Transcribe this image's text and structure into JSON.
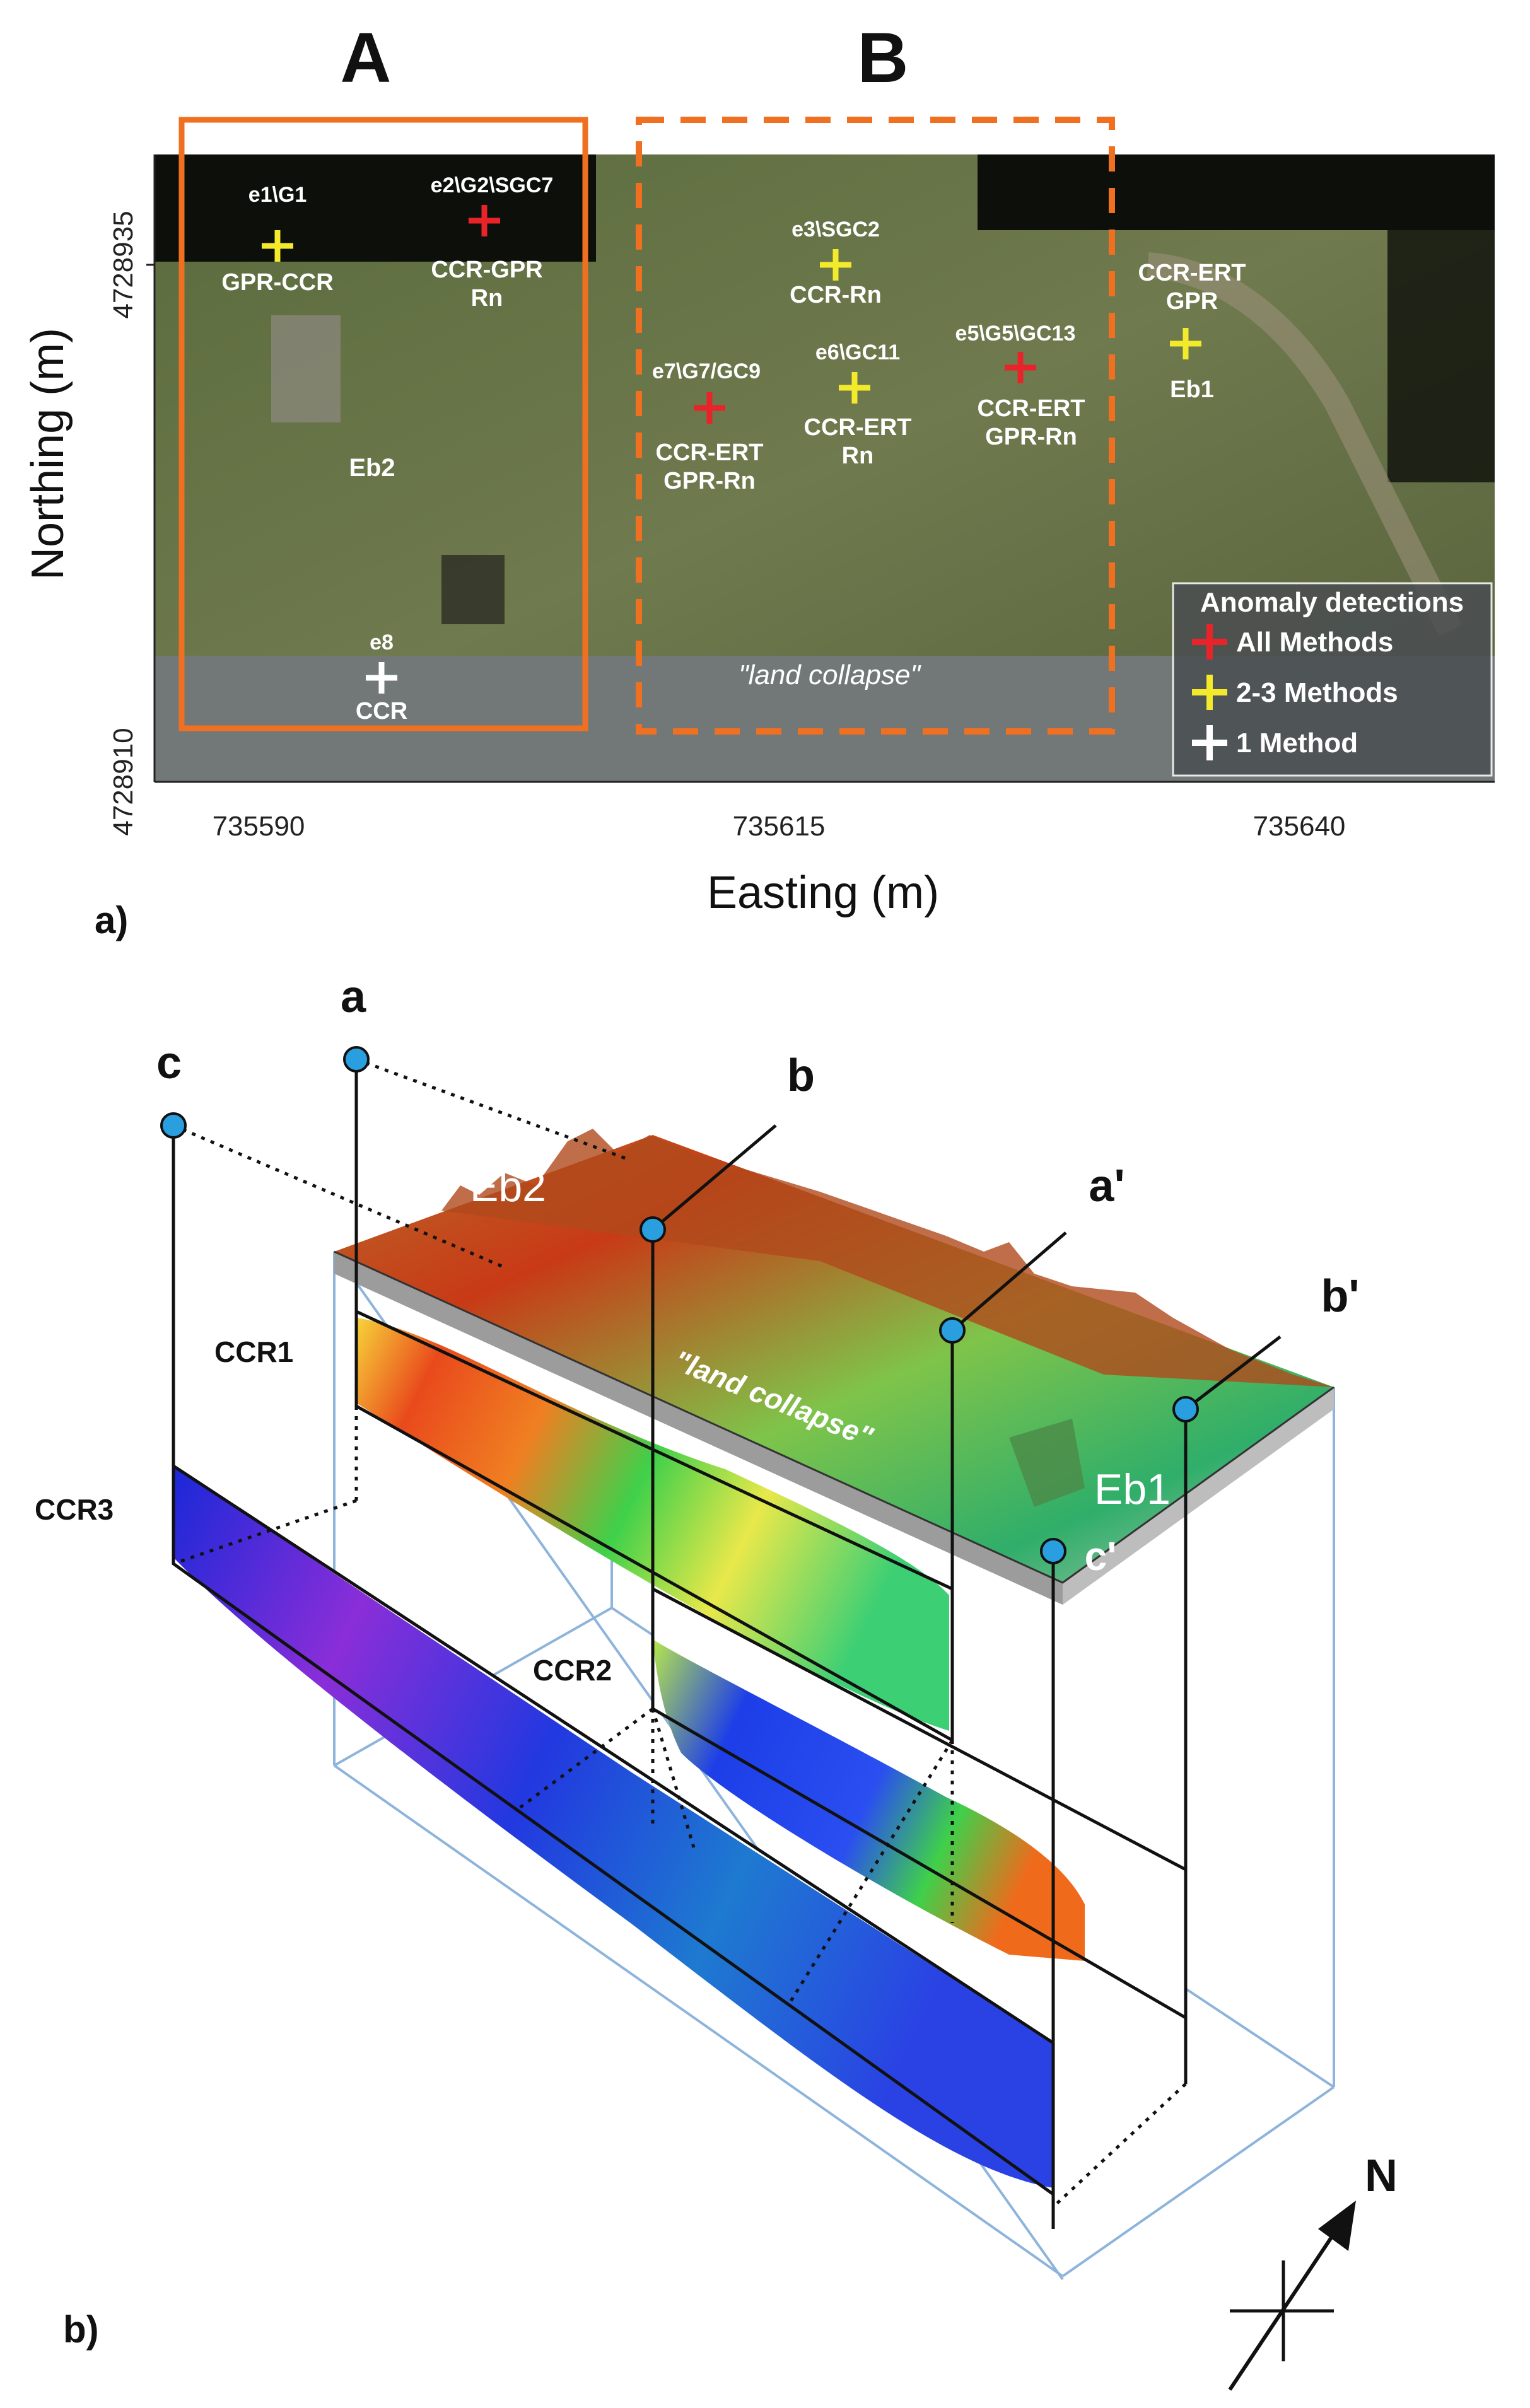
{
  "panel_a": {
    "label": "a)",
    "region_a": "A",
    "region_b": "B",
    "y_axis_title": "Northing (m)",
    "x_axis_title": "Easting (m)",
    "y_ticks": [
      "4728935",
      "4728910"
    ],
    "x_ticks": [
      "735590",
      "735615",
      "735640"
    ],
    "site_eb2": "Eb2",
    "site_eb1": "Eb1",
    "land_collapse": "\"land collapse\"",
    "points": [
      {
        "id": "e1\\G1",
        "methods": "GPR-CCR",
        "class": "2-3"
      },
      {
        "id": "e2\\G2\\SGC7",
        "methods": "CCR-GPR",
        "methods2": "Rn",
        "class": "all"
      },
      {
        "id": "e3\\SGC2",
        "methods": "CCR-Rn",
        "class": "2-3"
      },
      {
        "id": "e7\\G7/GC9",
        "methods": "CCR-ERT",
        "methods2": "GPR-Rn",
        "class": "all"
      },
      {
        "id": "e6\\GC11",
        "methods": "CCR-ERT",
        "methods2": "Rn",
        "class": "2-3"
      },
      {
        "id": "e5\\G5\\GC13",
        "methods": "CCR-ERT",
        "methods2": "GPR-Rn",
        "class": "all"
      },
      {
        "id": "CCR-ERT",
        "methods": "GPR",
        "extra": "Eb1",
        "class": "2-3"
      },
      {
        "id": "e8",
        "methods": "CCR",
        "class": "1"
      }
    ],
    "legend": {
      "title": "Anomaly detections",
      "items": [
        {
          "label": "All Methods",
          "color": "#e8242a"
        },
        {
          "label": "2-3 Methods",
          "color": "#f4ea2c"
        },
        {
          "label": "1 Method",
          "color": "#ffffff"
        }
      ]
    },
    "colors": {
      "frame_orange": "#f07022"
    }
  },
  "panel_b": {
    "label": "b)",
    "profile_points": [
      "a",
      "b",
      "c",
      "a'",
      "b'",
      "c'"
    ],
    "site_eb2": "Eb2",
    "site_eb1": "Eb1",
    "land_collapse": "\"land collapse\"",
    "sections": [
      "CCR1",
      "CCR2",
      "CCR3"
    ],
    "north": "N",
    "colors": {
      "marker": "#2a9fe0",
      "box_line": "#8fb4dc"
    }
  }
}
